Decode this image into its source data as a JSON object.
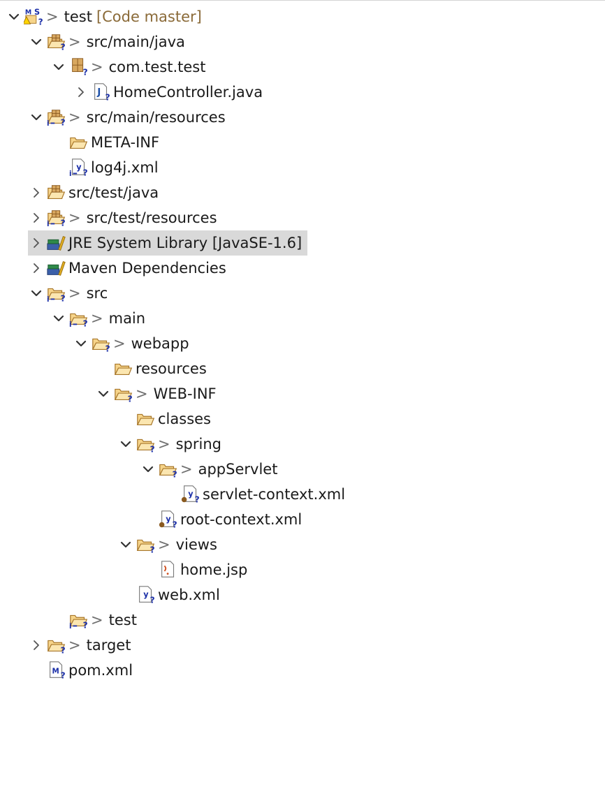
{
  "tree": {
    "rows": [
      {
        "key": "project",
        "twisty": "expanded",
        "icon": "maven-project-icon",
        "dirty": true,
        "label": "test",
        "decoration": "[Code master]"
      },
      {
        "key": "src-main-java",
        "twisty": "expanded",
        "icon": "source-folder-icon",
        "dirty": true,
        "label": "src/main/java",
        "decoration": ""
      },
      {
        "key": "com-test-test",
        "twisty": "expanded",
        "icon": "package-icon",
        "dirty": true,
        "label": "com.test.test",
        "decoration": ""
      },
      {
        "key": "homecontroller",
        "twisty": "collapsed",
        "icon": "java-file-icon",
        "dirty": false,
        "label": "HomeController.java",
        "decoration": ""
      },
      {
        "key": "src-main-resources",
        "twisty": "expanded",
        "icon": "source-folder-ignored-icon",
        "dirty": true,
        "label": "src/main/resources",
        "decoration": ""
      },
      {
        "key": "meta-inf",
        "twisty": "none",
        "icon": "folder-icon",
        "dirty": false,
        "label": "META-INF",
        "decoration": ""
      },
      {
        "key": "log4j",
        "twisty": "none",
        "icon": "xml-file-ignored-icon",
        "dirty": false,
        "label": "log4j.xml",
        "decoration": ""
      },
      {
        "key": "src-test-java",
        "twisty": "collapsed",
        "icon": "source-folder-plain-icon",
        "dirty": false,
        "label": "src/test/java",
        "decoration": ""
      },
      {
        "key": "src-test-resources",
        "twisty": "collapsed",
        "icon": "source-folder-ignored-icon",
        "dirty": true,
        "label": "src/test/resources",
        "decoration": ""
      },
      {
        "key": "jre",
        "twisty": "collapsed",
        "icon": "library-icon",
        "dirty": false,
        "label": "JRE System Library [JavaSE-1.6]",
        "decoration": "",
        "selected": true
      },
      {
        "key": "maven-deps",
        "twisty": "collapsed",
        "icon": "library-icon",
        "dirty": false,
        "label": "Maven Dependencies",
        "decoration": ""
      },
      {
        "key": "src",
        "twisty": "expanded",
        "icon": "folder-ignored-icon",
        "dirty": true,
        "label": "src",
        "decoration": ""
      },
      {
        "key": "main",
        "twisty": "expanded",
        "icon": "folder-ignored-icon",
        "dirty": true,
        "label": "main",
        "decoration": ""
      },
      {
        "key": "webapp",
        "twisty": "expanded",
        "icon": "folder-unknown-icon",
        "dirty": true,
        "label": "webapp",
        "decoration": ""
      },
      {
        "key": "resources",
        "twisty": "none",
        "icon": "folder-icon",
        "dirty": false,
        "label": "resources",
        "decoration": ""
      },
      {
        "key": "web-inf",
        "twisty": "expanded",
        "icon": "folder-unknown-icon",
        "dirty": true,
        "label": "WEB-INF",
        "decoration": ""
      },
      {
        "key": "classes",
        "twisty": "none",
        "icon": "folder-icon",
        "dirty": false,
        "label": "classes",
        "decoration": ""
      },
      {
        "key": "spring",
        "twisty": "expanded",
        "icon": "folder-unknown-icon",
        "dirty": true,
        "label": "spring",
        "decoration": ""
      },
      {
        "key": "appservlet",
        "twisty": "expanded",
        "icon": "folder-unknown-icon",
        "dirty": true,
        "label": "appServlet",
        "decoration": ""
      },
      {
        "key": "servlet-context",
        "twisty": "none",
        "icon": "xml-file-bean-icon",
        "dirty": false,
        "label": "servlet-context.xml",
        "decoration": ""
      },
      {
        "key": "root-context",
        "twisty": "none",
        "icon": "xml-file-bean-icon",
        "dirty": false,
        "label": "root-context.xml",
        "decoration": ""
      },
      {
        "key": "views",
        "twisty": "expanded",
        "icon": "folder-unknown-icon",
        "dirty": true,
        "label": "views",
        "decoration": ""
      },
      {
        "key": "home-jsp",
        "twisty": "none",
        "icon": "jsp-file-icon",
        "dirty": false,
        "label": "home.jsp",
        "decoration": ""
      },
      {
        "key": "web-xml",
        "twisty": "none",
        "icon": "xml-file-icon",
        "dirty": false,
        "label": "web.xml",
        "decoration": ""
      },
      {
        "key": "test-folder",
        "twisty": "none",
        "icon": "folder-ignored-icon",
        "dirty": true,
        "label": "test",
        "decoration": ""
      },
      {
        "key": "target",
        "twisty": "collapsed",
        "icon": "folder-unknown-icon",
        "dirty": true,
        "label": "target",
        "decoration": ""
      },
      {
        "key": "pom",
        "twisty": "none",
        "icon": "maven-pom-icon",
        "dirty": false,
        "label": "pom.xml",
        "decoration": ""
      }
    ],
    "dirty_marker": ">"
  }
}
